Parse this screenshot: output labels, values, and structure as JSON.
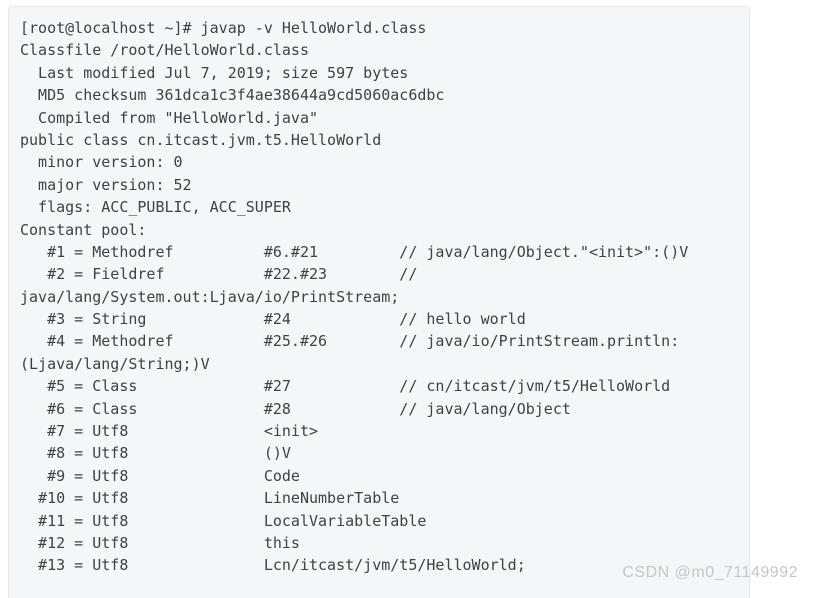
{
  "page": {
    "background": "#ffffff"
  },
  "terminal": {
    "colors": {
      "block_bg": "#f5f6f7",
      "block_border": "#e6e7eb",
      "text": "#3d4247"
    },
    "command": "javap -v HelloWorld.class",
    "prompt": "[root@localhost ~]#",
    "lines": [
      "[root@localhost ~]# javap -v HelloWorld.class",
      "Classfile /root/HelloWorld.class",
      "  Last modified Jul 7, 2019; size 597 bytes",
      "  MD5 checksum 361dca1c3f4ae38644a9cd5060ac6dbc",
      "  Compiled from \"HelloWorld.java\"",
      "public class cn.itcast.jvm.t5.HelloWorld",
      "  minor version: 0",
      "  major version: 52",
      "  flags: ACC_PUBLIC, ACC_SUPER",
      "Constant pool:",
      "   #1 = Methodref          #6.#21         // java/lang/Object.\"<init>\":()V",
      "   #2 = Fieldref           #22.#23        //",
      "java/lang/System.out:Ljava/io/PrintStream;",
      "   #3 = String             #24            // hello world",
      "   #4 = Methodref          #25.#26        // java/io/PrintStream.println:",
      "(Ljava/lang/String;)V",
      "   #5 = Class              #27            // cn/itcast/jvm/t5/HelloWorld",
      "   #6 = Class              #28            // java/lang/Object",
      "   #7 = Utf8               <init>",
      "   #8 = Utf8               ()V",
      "   #9 = Utf8               Code",
      "  #10 = Utf8               LineNumberTable",
      "  #11 = Utf8               LocalVariableTable",
      "  #12 = Utf8               this",
      "  #13 = Utf8               Lcn/itcast/jvm/t5/HelloWorld;"
    ]
  },
  "watermark": {
    "text": "CSDN @m0_71149992",
    "color": "#c6c6c6"
  }
}
